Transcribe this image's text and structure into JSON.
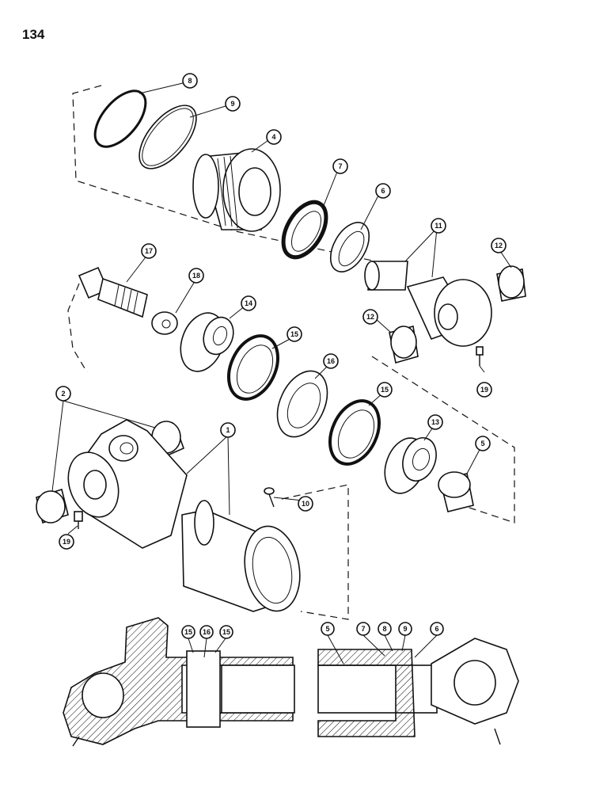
{
  "page_number": "134",
  "callouts": [
    {
      "id": "c8",
      "label": "8"
    },
    {
      "id": "c9",
      "label": "9"
    },
    {
      "id": "c4",
      "label": "4"
    },
    {
      "id": "c7",
      "label": "7"
    },
    {
      "id": "c6",
      "label": "6"
    },
    {
      "id": "c11",
      "label": "11"
    },
    {
      "id": "c12a",
      "label": "12"
    },
    {
      "id": "c12b",
      "label": "12"
    },
    {
      "id": "c17",
      "label": "17"
    },
    {
      "id": "c18",
      "label": "18"
    },
    {
      "id": "c14",
      "label": "14"
    },
    {
      "id": "c15a",
      "label": "15"
    },
    {
      "id": "c16",
      "label": "16"
    },
    {
      "id": "c15b",
      "label": "15"
    },
    {
      "id": "c13",
      "label": "13"
    },
    {
      "id": "c5",
      "label": "5"
    },
    {
      "id": "c19a",
      "label": "19"
    },
    {
      "id": "c2",
      "label": "2"
    },
    {
      "id": "c1",
      "label": "1"
    },
    {
      "id": "c10",
      "label": "10"
    },
    {
      "id": "c19b",
      "label": "19"
    },
    {
      "id": "s15a",
      "label": "15"
    },
    {
      "id": "s16",
      "label": "16"
    },
    {
      "id": "s15b",
      "label": "15"
    },
    {
      "id": "s5",
      "label": "5"
    },
    {
      "id": "s7",
      "label": "7"
    },
    {
      "id": "s8",
      "label": "8"
    },
    {
      "id": "s9",
      "label": "9"
    },
    {
      "id": "s6",
      "label": "6"
    }
  ]
}
